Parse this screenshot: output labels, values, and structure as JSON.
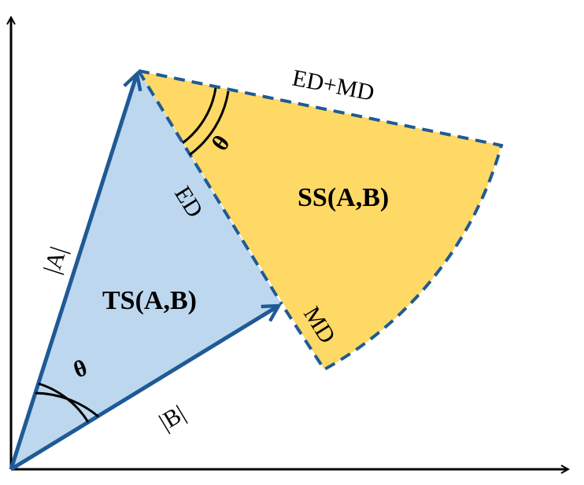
{
  "labels": {
    "ts": "TS(A,B)",
    "ss": "SS(A,B)",
    "vec_a": "|A|",
    "vec_b": "|B|",
    "ed": "ED",
    "md": "MD",
    "ed_md": "ED+MD",
    "theta_bottom": "θ",
    "theta_top": "θ"
  },
  "colors": {
    "triangle_fill": "#bdd7ee",
    "sector_fill": "#ffd966",
    "vector_stroke": "#1f5a96",
    "axis_stroke": "#000000"
  }
}
